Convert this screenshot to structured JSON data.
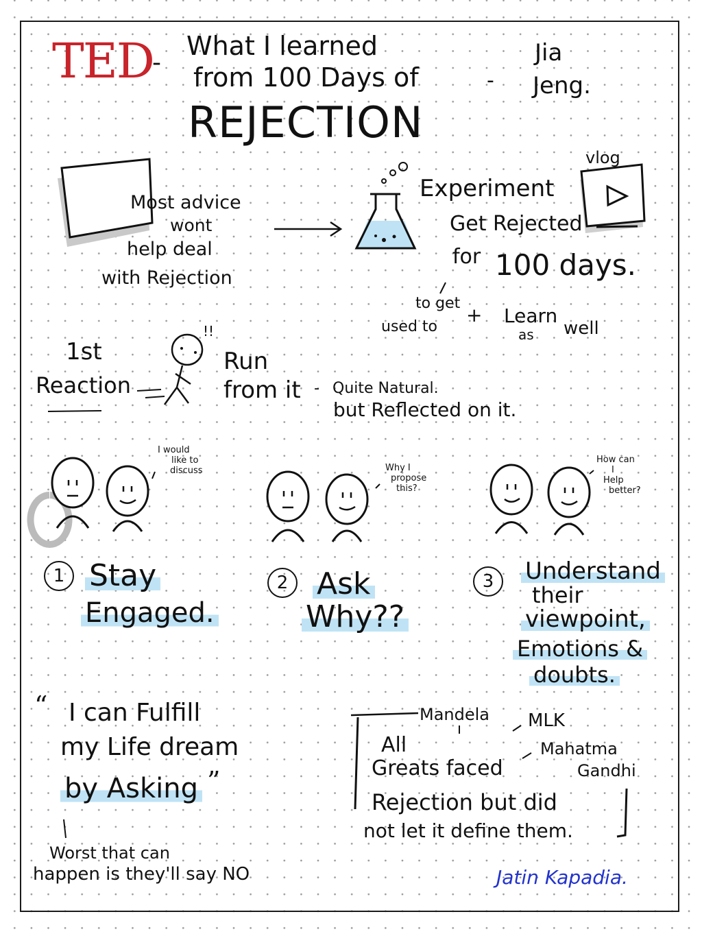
{
  "header": {
    "logo": "TED",
    "dash1": "-",
    "title_line1": "What I learned",
    "title_line2": "from 100 Days of",
    "title_main": "REJECTION",
    "dash2": "-",
    "author_first": "Jia",
    "author_last": "Jeng."
  },
  "intro": {
    "advice_l1": "Most advice",
    "advice_l2": "wont",
    "advice_l3": "help deal",
    "advice_l4": "with Rejection",
    "experiment": "Experiment",
    "get_rejected": "Get Rejected",
    "for": "for",
    "days": "100 days.",
    "vlog": "vlog",
    "to_get": "to get",
    "used_to": "used to",
    "plus": "+",
    "learn": "Learn",
    "as": "as",
    "well": "well"
  },
  "reaction": {
    "first": "1st",
    "reaction": "Reaction",
    "run": "Run",
    "from_it": "from it",
    "dash": "-",
    "natural": "Quite Natural.",
    "reflected": "but Reflected on it."
  },
  "steps": [
    {
      "num": "1",
      "line1": "Stay",
      "line2": "Engaged.",
      "bubble": [
        "I would",
        "like to",
        "discuss"
      ]
    },
    {
      "num": "2",
      "line1": "Ask",
      "line2": "Why??",
      "bubble": [
        "Why I",
        "propose",
        "this?"
      ]
    },
    {
      "num": "3",
      "line1": "Understand",
      "line2": "their",
      "line3": "viewpoint,",
      "line4": "Emotions &",
      "line5": "doubts.",
      "bubble": [
        "How can",
        "I",
        "Help",
        "better?"
      ]
    }
  ],
  "quote": {
    "open": "“",
    "l1": "I can Fulfill",
    "l2": "my Life dream",
    "l3": "by Asking",
    "close": "”",
    "worst": "Worst that can",
    "happen": "happen is they'll say NO"
  },
  "greats": {
    "mandela": "Mandela",
    "mlk": "MLK",
    "mahatma": "Mahatma",
    "gandhi": "Gandhi",
    "l1": "All",
    "l2": "Greats faced",
    "l3": "Rejection but did",
    "l4": "not let it define them."
  },
  "signature": "Jatin Kapadia.",
  "colors": {
    "logo": "#c8242b",
    "highlight": "#bfe3f5",
    "signature": "#2233cc",
    "ink": "#111111"
  }
}
